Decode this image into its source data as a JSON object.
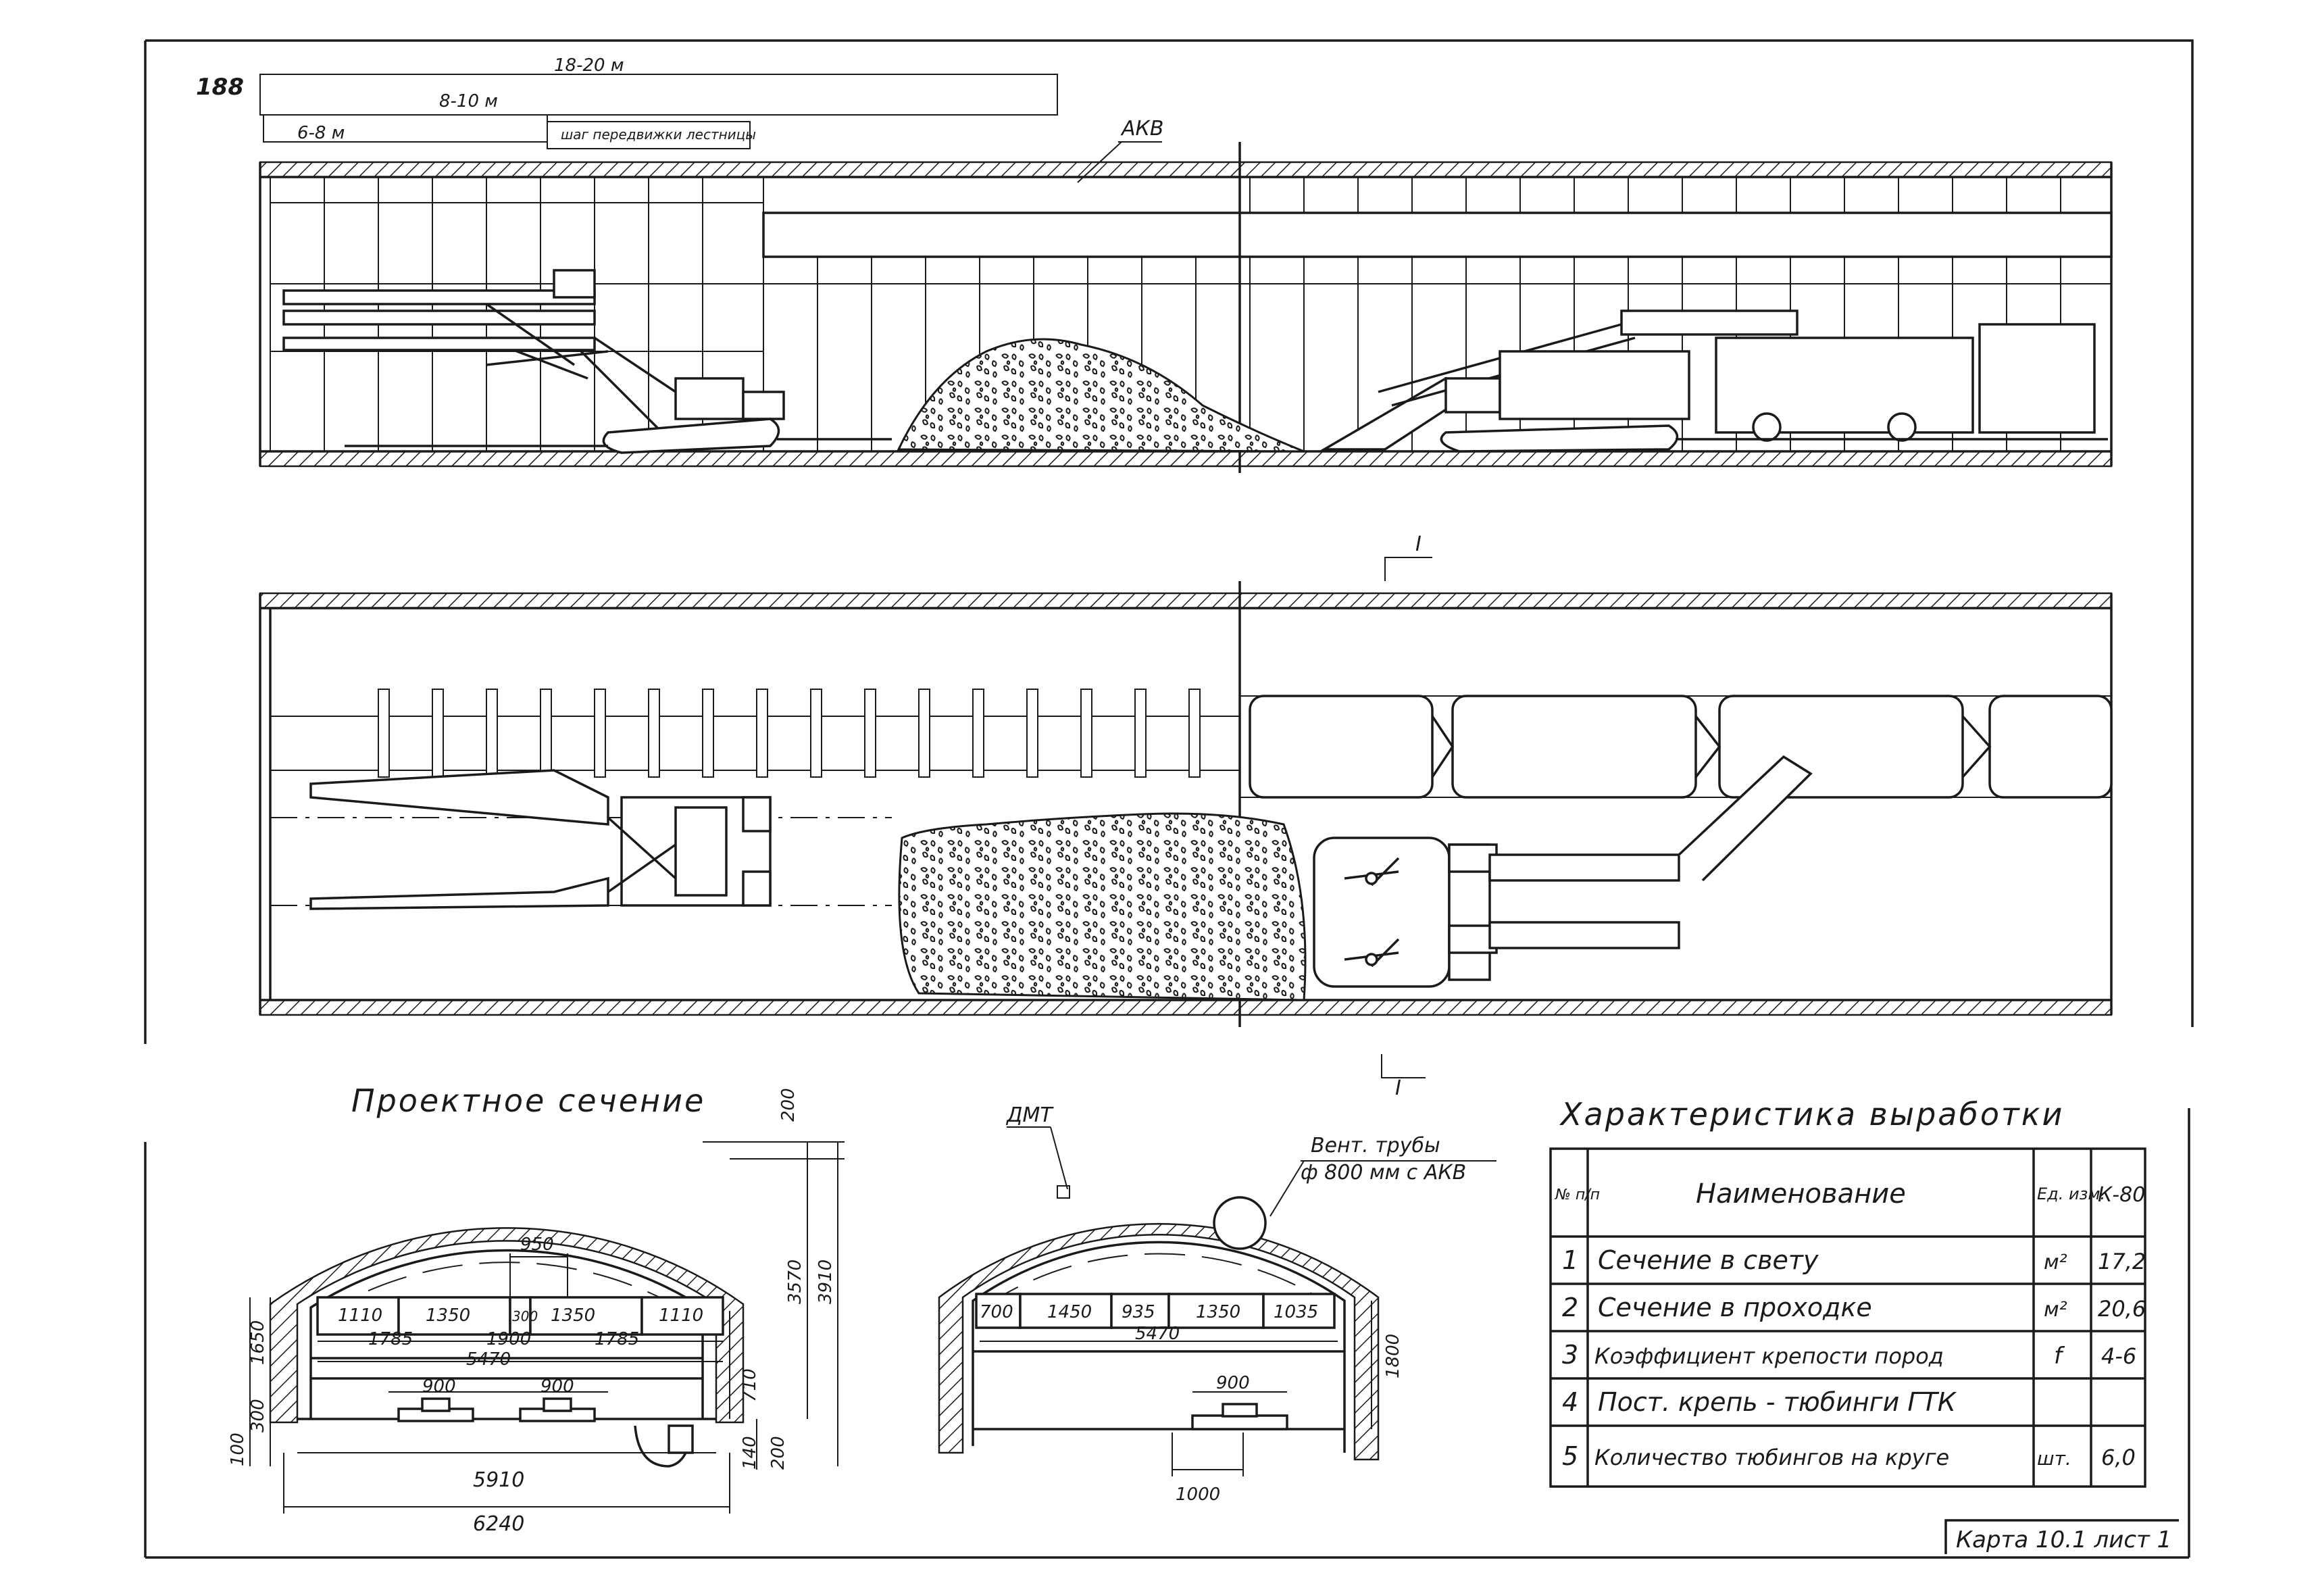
{
  "sheet": {
    "page_number": "188",
    "footer_label": "Карта 10.1 лист 1"
  },
  "top_view": {
    "header_dims": [
      "18-20 м",
      "8-10 м",
      "6-8 м",
      "шаг передвижки лестницы"
    ],
    "akv_label": "АКВ"
  },
  "plan_view": {
    "section_mark": "I"
  },
  "design_section": {
    "title": "Проектное сечение",
    "dims": {
      "d950": "950",
      "d1110a": "1110",
      "d1350a": "1350",
      "d300": "300",
      "d1350b": "1350",
      "d1110b": "1110",
      "d1785a": "1785",
      "d1900": "1900",
      "d1785b": "1785",
      "d5470": "5470",
      "d900a": "900",
      "d900b": "900",
      "d5910": "5910",
      "d6240": "6240",
      "d200t": "200",
      "d3570": "3570",
      "d3910": "3910",
      "d1650": "1650",
      "d300l": "300",
      "d100": "100",
      "d710": "710",
      "d140": "140",
      "d200b": "200"
    }
  },
  "tunnel_section": {
    "label_dmt": "ДМТ",
    "vent_line1": "Вент. трубы",
    "vent_line2": "ф 800 мм с АКВ",
    "dims": {
      "d700": "700",
      "d1450": "1450",
      "d935": "935",
      "d1350": "1350",
      "d1035": "1035",
      "d5470": "5470",
      "d1800": "1800",
      "d900": "900",
      "d1000": "1000"
    }
  },
  "characteristics": {
    "title": "Характеристика выработки",
    "headers": {
      "num": "№ п/п",
      "name": "Наименование",
      "unit": "Ед. изм.",
      "value": "К-80"
    },
    "rows": [
      {
        "num": "1",
        "name": "Сечение в свету",
        "unit": "м²",
        "value": "17,2"
      },
      {
        "num": "2",
        "name": "Сечение в проходке",
        "unit": "м²",
        "value": "20,6"
      },
      {
        "num": "3",
        "name": "Коэффициент крепости пород",
        "unit": "f",
        "value": "4-6"
      },
      {
        "num": "4",
        "name": "Пост. крепь - тюбинги ГТК",
        "unit": "",
        "value": ""
      },
      {
        "num": "5",
        "name": "Количество тюбингов на круге",
        "unit": "шт.",
        "value": "6,0"
      }
    ]
  }
}
